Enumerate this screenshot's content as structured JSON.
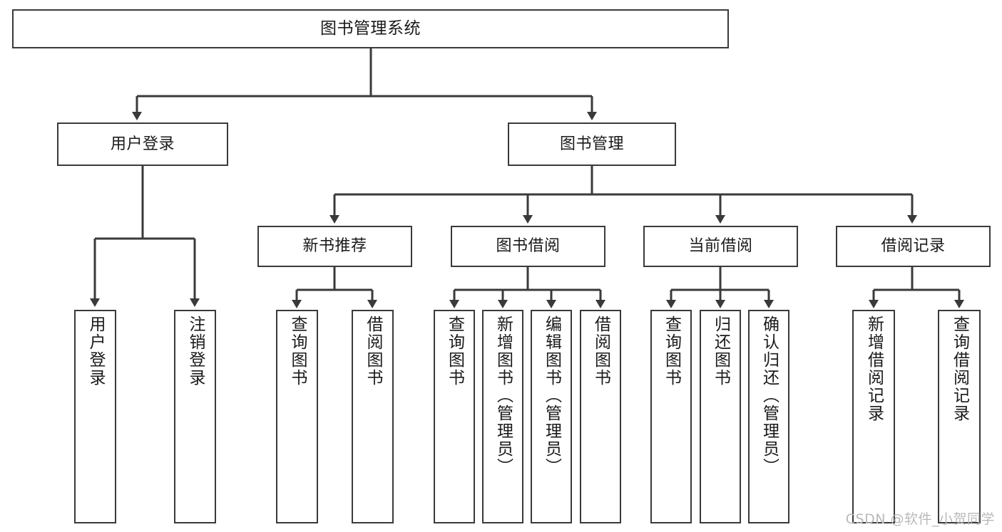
{
  "diagram": {
    "title": "图书管理系统",
    "type": "tree-hierarchy-chart",
    "colors": {
      "box_border": "#3a3a3a",
      "box_fill": "#ffffff",
      "connector": "#3a3a3a",
      "text": "#1a1a1a",
      "watermark": "#b9b9b9",
      "background": "#ffffff"
    },
    "root": {
      "label": "图书管理系统"
    },
    "level2": [
      {
        "label": "用户登录"
      },
      {
        "label": "图书管理"
      }
    ],
    "level3": [
      {
        "label": "新书推荐"
      },
      {
        "label": "图书借阅"
      },
      {
        "label": "当前借阅"
      },
      {
        "label": "借阅记录"
      }
    ],
    "leaves": {
      "user_login": [
        {
          "label": "用户登录"
        },
        {
          "label": "注销登录"
        }
      ],
      "new_book_recommend": [
        {
          "label": "查询图书"
        },
        {
          "label": "借阅图书"
        }
      ],
      "book_borrow": [
        {
          "label": "查询图书"
        },
        {
          "label": "新增图书（管理员）"
        },
        {
          "label": "编辑图书（管理员）"
        },
        {
          "label": "借阅图书"
        }
      ],
      "current_borrow": [
        {
          "label": "查询图书"
        },
        {
          "label": "归还图书"
        },
        {
          "label": "确认归还（管理员）"
        }
      ],
      "borrow_records": [
        {
          "label": "新增借阅记录"
        },
        {
          "label": "查询借阅记录"
        }
      ]
    }
  },
  "watermark": {
    "text": "CSDN @软件_小贺同学"
  }
}
